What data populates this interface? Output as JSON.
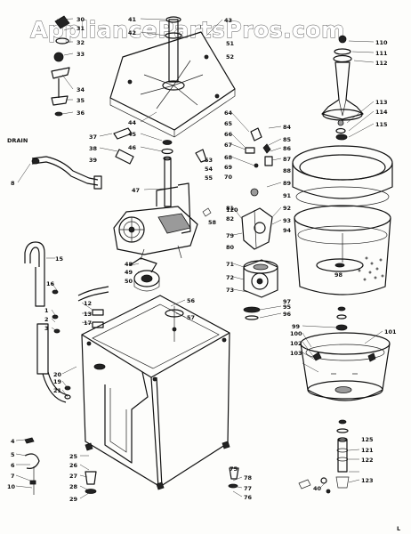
{
  "watermark": "AppliancePartsPros.com",
  "drain_label": "DRAIN",
  "corner_mark": "L",
  "callouts": [
    {
      "id": "c30",
      "text": "30"
    },
    {
      "id": "c31",
      "text": "31"
    },
    {
      "id": "c32",
      "text": "32"
    },
    {
      "id": "c33",
      "text": "33"
    },
    {
      "id": "c34",
      "text": "34"
    },
    {
      "id": "c35",
      "text": "35"
    },
    {
      "id": "c36",
      "text": "36"
    },
    {
      "id": "c37",
      "text": "37"
    },
    {
      "id": "c38",
      "text": "38"
    },
    {
      "id": "c39",
      "text": "39"
    },
    {
      "id": "c41",
      "text": "41"
    },
    {
      "id": "c42",
      "text": "42"
    },
    {
      "id": "c43",
      "text": "43"
    },
    {
      "id": "c44",
      "text": "44"
    },
    {
      "id": "c45",
      "text": "45"
    },
    {
      "id": "c46",
      "text": "46"
    },
    {
      "id": "c47",
      "text": "47"
    },
    {
      "id": "c48",
      "text": "48"
    },
    {
      "id": "c49",
      "text": "49"
    },
    {
      "id": "c50",
      "text": "50"
    },
    {
      "id": "c51",
      "text": "51"
    },
    {
      "id": "c52",
      "text": "52"
    },
    {
      "id": "c53",
      "text": "53"
    },
    {
      "id": "c54",
      "text": "54"
    },
    {
      "id": "c55",
      "text": "55"
    },
    {
      "id": "c56",
      "text": "56"
    },
    {
      "id": "c57",
      "text": "57"
    },
    {
      "id": "c58",
      "text": "58"
    },
    {
      "id": "c8",
      "text": "8"
    },
    {
      "id": "c15",
      "text": "15"
    },
    {
      "id": "c16",
      "text": "16"
    },
    {
      "id": "c1",
      "text": "1"
    },
    {
      "id": "c2",
      "text": "2"
    },
    {
      "id": "c3",
      "text": "3"
    },
    {
      "id": "c4",
      "text": "4"
    },
    {
      "id": "c5",
      "text": "5"
    },
    {
      "id": "c6",
      "text": "6"
    },
    {
      "id": "c7",
      "text": "7"
    },
    {
      "id": "c10",
      "text": "10"
    },
    {
      "id": "c12",
      "text": "12"
    },
    {
      "id": "c13",
      "text": "13"
    },
    {
      "id": "c17",
      "text": "17"
    },
    {
      "id": "c19",
      "text": "19"
    },
    {
      "id": "c20",
      "text": "20"
    },
    {
      "id": "c21",
      "text": "21"
    },
    {
      "id": "c25",
      "text": "25"
    },
    {
      "id": "c26",
      "text": "26"
    },
    {
      "id": "c27",
      "text": "27"
    },
    {
      "id": "c28",
      "text": "28"
    },
    {
      "id": "c29",
      "text": "29"
    },
    {
      "id": "c40",
      "text": "40"
    },
    {
      "id": "c64",
      "text": "64"
    },
    {
      "id": "c65",
      "text": "65"
    },
    {
      "id": "c66",
      "text": "66"
    },
    {
      "id": "c67",
      "text": "67"
    },
    {
      "id": "c68",
      "text": "68"
    },
    {
      "id": "c69",
      "text": "69"
    },
    {
      "id": "c70",
      "text": "70"
    },
    {
      "id": "c71",
      "text": "71"
    },
    {
      "id": "c72",
      "text": "72"
    },
    {
      "id": "c73",
      "text": "73"
    },
    {
      "id": "c75",
      "text": "75"
    },
    {
      "id": "c76",
      "text": "76"
    },
    {
      "id": "c77",
      "text": "77"
    },
    {
      "id": "c78",
      "text": "78"
    },
    {
      "id": "c79",
      "text": "79"
    },
    {
      "id": "c80",
      "text": "80"
    },
    {
      "id": "c81",
      "text": "81"
    },
    {
      "id": "c82",
      "text": "82"
    },
    {
      "id": "c84",
      "text": "84"
    },
    {
      "id": "c85",
      "text": "85"
    },
    {
      "id": "c86",
      "text": "86"
    },
    {
      "id": "c87",
      "text": "87"
    },
    {
      "id": "c88",
      "text": "88"
    },
    {
      "id": "c89",
      "text": "89"
    },
    {
      "id": "c91",
      "text": "91"
    },
    {
      "id": "c92",
      "text": "92"
    },
    {
      "id": "c93",
      "text": "93"
    },
    {
      "id": "c94",
      "text": "94"
    },
    {
      "id": "c95",
      "text": "95"
    },
    {
      "id": "c96",
      "text": "96"
    },
    {
      "id": "c97",
      "text": "97"
    },
    {
      "id": "c98",
      "text": "98"
    },
    {
      "id": "c99",
      "text": "99"
    },
    {
      "id": "c100",
      "text": "100"
    },
    {
      "id": "c101",
      "text": "101"
    },
    {
      "id": "c102",
      "text": "102"
    },
    {
      "id": "c103",
      "text": "103"
    },
    {
      "id": "c110",
      "text": "110"
    },
    {
      "id": "c111",
      "text": "111"
    },
    {
      "id": "c112",
      "text": "112"
    },
    {
      "id": "c113",
      "text": "113"
    },
    {
      "id": "c114",
      "text": "114"
    },
    {
      "id": "c115",
      "text": "115"
    },
    {
      "id": "c120",
      "text": "120"
    },
    {
      "id": "c121",
      "text": "121"
    },
    {
      "id": "c122",
      "text": "122"
    },
    {
      "id": "c123",
      "text": "123"
    },
    {
      "id": "c125",
      "text": "125"
    }
  ]
}
